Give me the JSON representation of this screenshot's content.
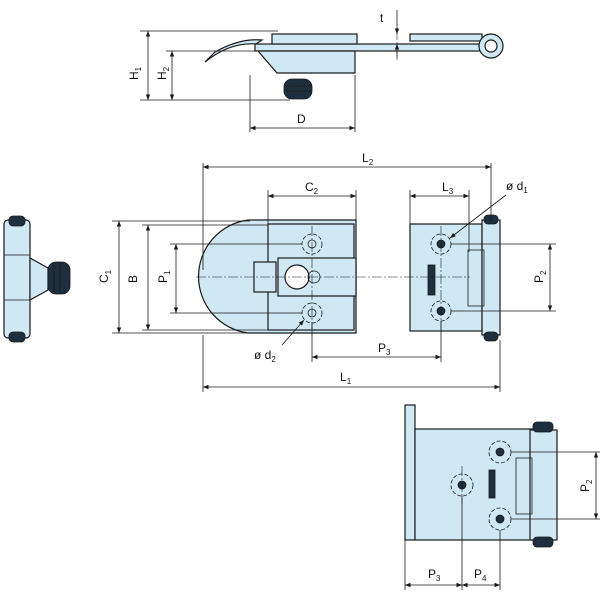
{
  "colors": {
    "part_fill": "#cfe8f3",
    "line": "#1a1a1a",
    "background": "#ffffff"
  },
  "labels": {
    "H1": {
      "main": "H",
      "sub": "1"
    },
    "H2": {
      "main": "H",
      "sub": "2"
    },
    "D": {
      "main": "D",
      "sub": ""
    },
    "t": {
      "main": "t",
      "sub": ""
    },
    "L2": {
      "main": "L",
      "sub": "2"
    },
    "C2": {
      "main": "C",
      "sub": "2"
    },
    "L3": {
      "main": "L",
      "sub": "3"
    },
    "d1": {
      "main": "ø d",
      "sub": "1"
    },
    "C1": {
      "main": "C",
      "sub": "1"
    },
    "B": {
      "main": "B",
      "sub": ""
    },
    "P1": {
      "main": "P",
      "sub": "1"
    },
    "P2": {
      "main": "P",
      "sub": "2"
    },
    "d2": {
      "main": "ø d",
      "sub": "2"
    },
    "P3": {
      "main": "P",
      "sub": "3"
    },
    "L1": {
      "main": "L",
      "sub": "1"
    },
    "P2b": {
      "main": "P",
      "sub": "2"
    },
    "P3b": {
      "main": "P",
      "sub": "3"
    },
    "P4": {
      "main": "P",
      "sub": "4"
    }
  }
}
